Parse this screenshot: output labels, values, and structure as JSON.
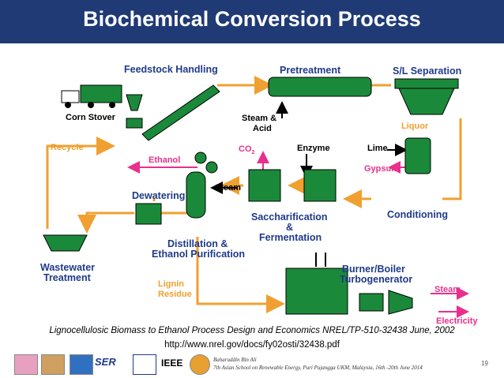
{
  "title": "Biochemical Conversion Process",
  "nodes": {
    "feedstock": "Feedstock Handling",
    "pretreatment": "Pretreatment",
    "sl_separation": "S/L Separation",
    "corn_stover": "Corn Stover",
    "steam_acid_1": "Steam &",
    "steam_acid_2": "Acid",
    "liquor": "Liquor",
    "recycle": "Recycle",
    "co2": "CO",
    "co2_sub": "2",
    "enzyme": "Enzyme",
    "lime": "Lime",
    "gypsum": "Gypsum",
    "ethanol": "Ethanol",
    "steam_dist": "Steam",
    "dewatering": "Dewatering",
    "sacch_1": "Saccharification",
    "sacch_2": "&",
    "sacch_3": "Fermentation",
    "conditioning": "Conditioning",
    "wastewater_1": "Wastewater",
    "wastewater_2": "Treatment",
    "distill_1": "Distillation &",
    "distill_2": "Ethanol Purification",
    "burner_1": "Burner/Boiler",
    "burner_2": "Turbogenerator",
    "lignin_1": "Lignin",
    "lignin_2": "Residue",
    "steam_out": "Steam",
    "electricity": "Electricity"
  },
  "caption_line1": "Lignocellulosic Biomass to Ethanol Process Design and Economics NREL/TP-510-32438 June, 2002",
  "caption_line2": "http://www.nrel.gov/docs/fy02osti/32438.pdf",
  "footer": {
    "author": "Baharuddin Bin Ali",
    "event": "7th Asian School on Renewable Energy, Puri Pujangga UKM, Malaysia, 16th -20th June 2014",
    "page": "19",
    "ieee": "IEEE",
    "ser": "SER"
  },
  "colors": {
    "title_bg": "#1f3a74",
    "flow_orange": "#f0a030",
    "equipment_green": "#1a8a3a",
    "label_blue": "#1f3a8a",
    "product_magenta": "#e8308c"
  }
}
